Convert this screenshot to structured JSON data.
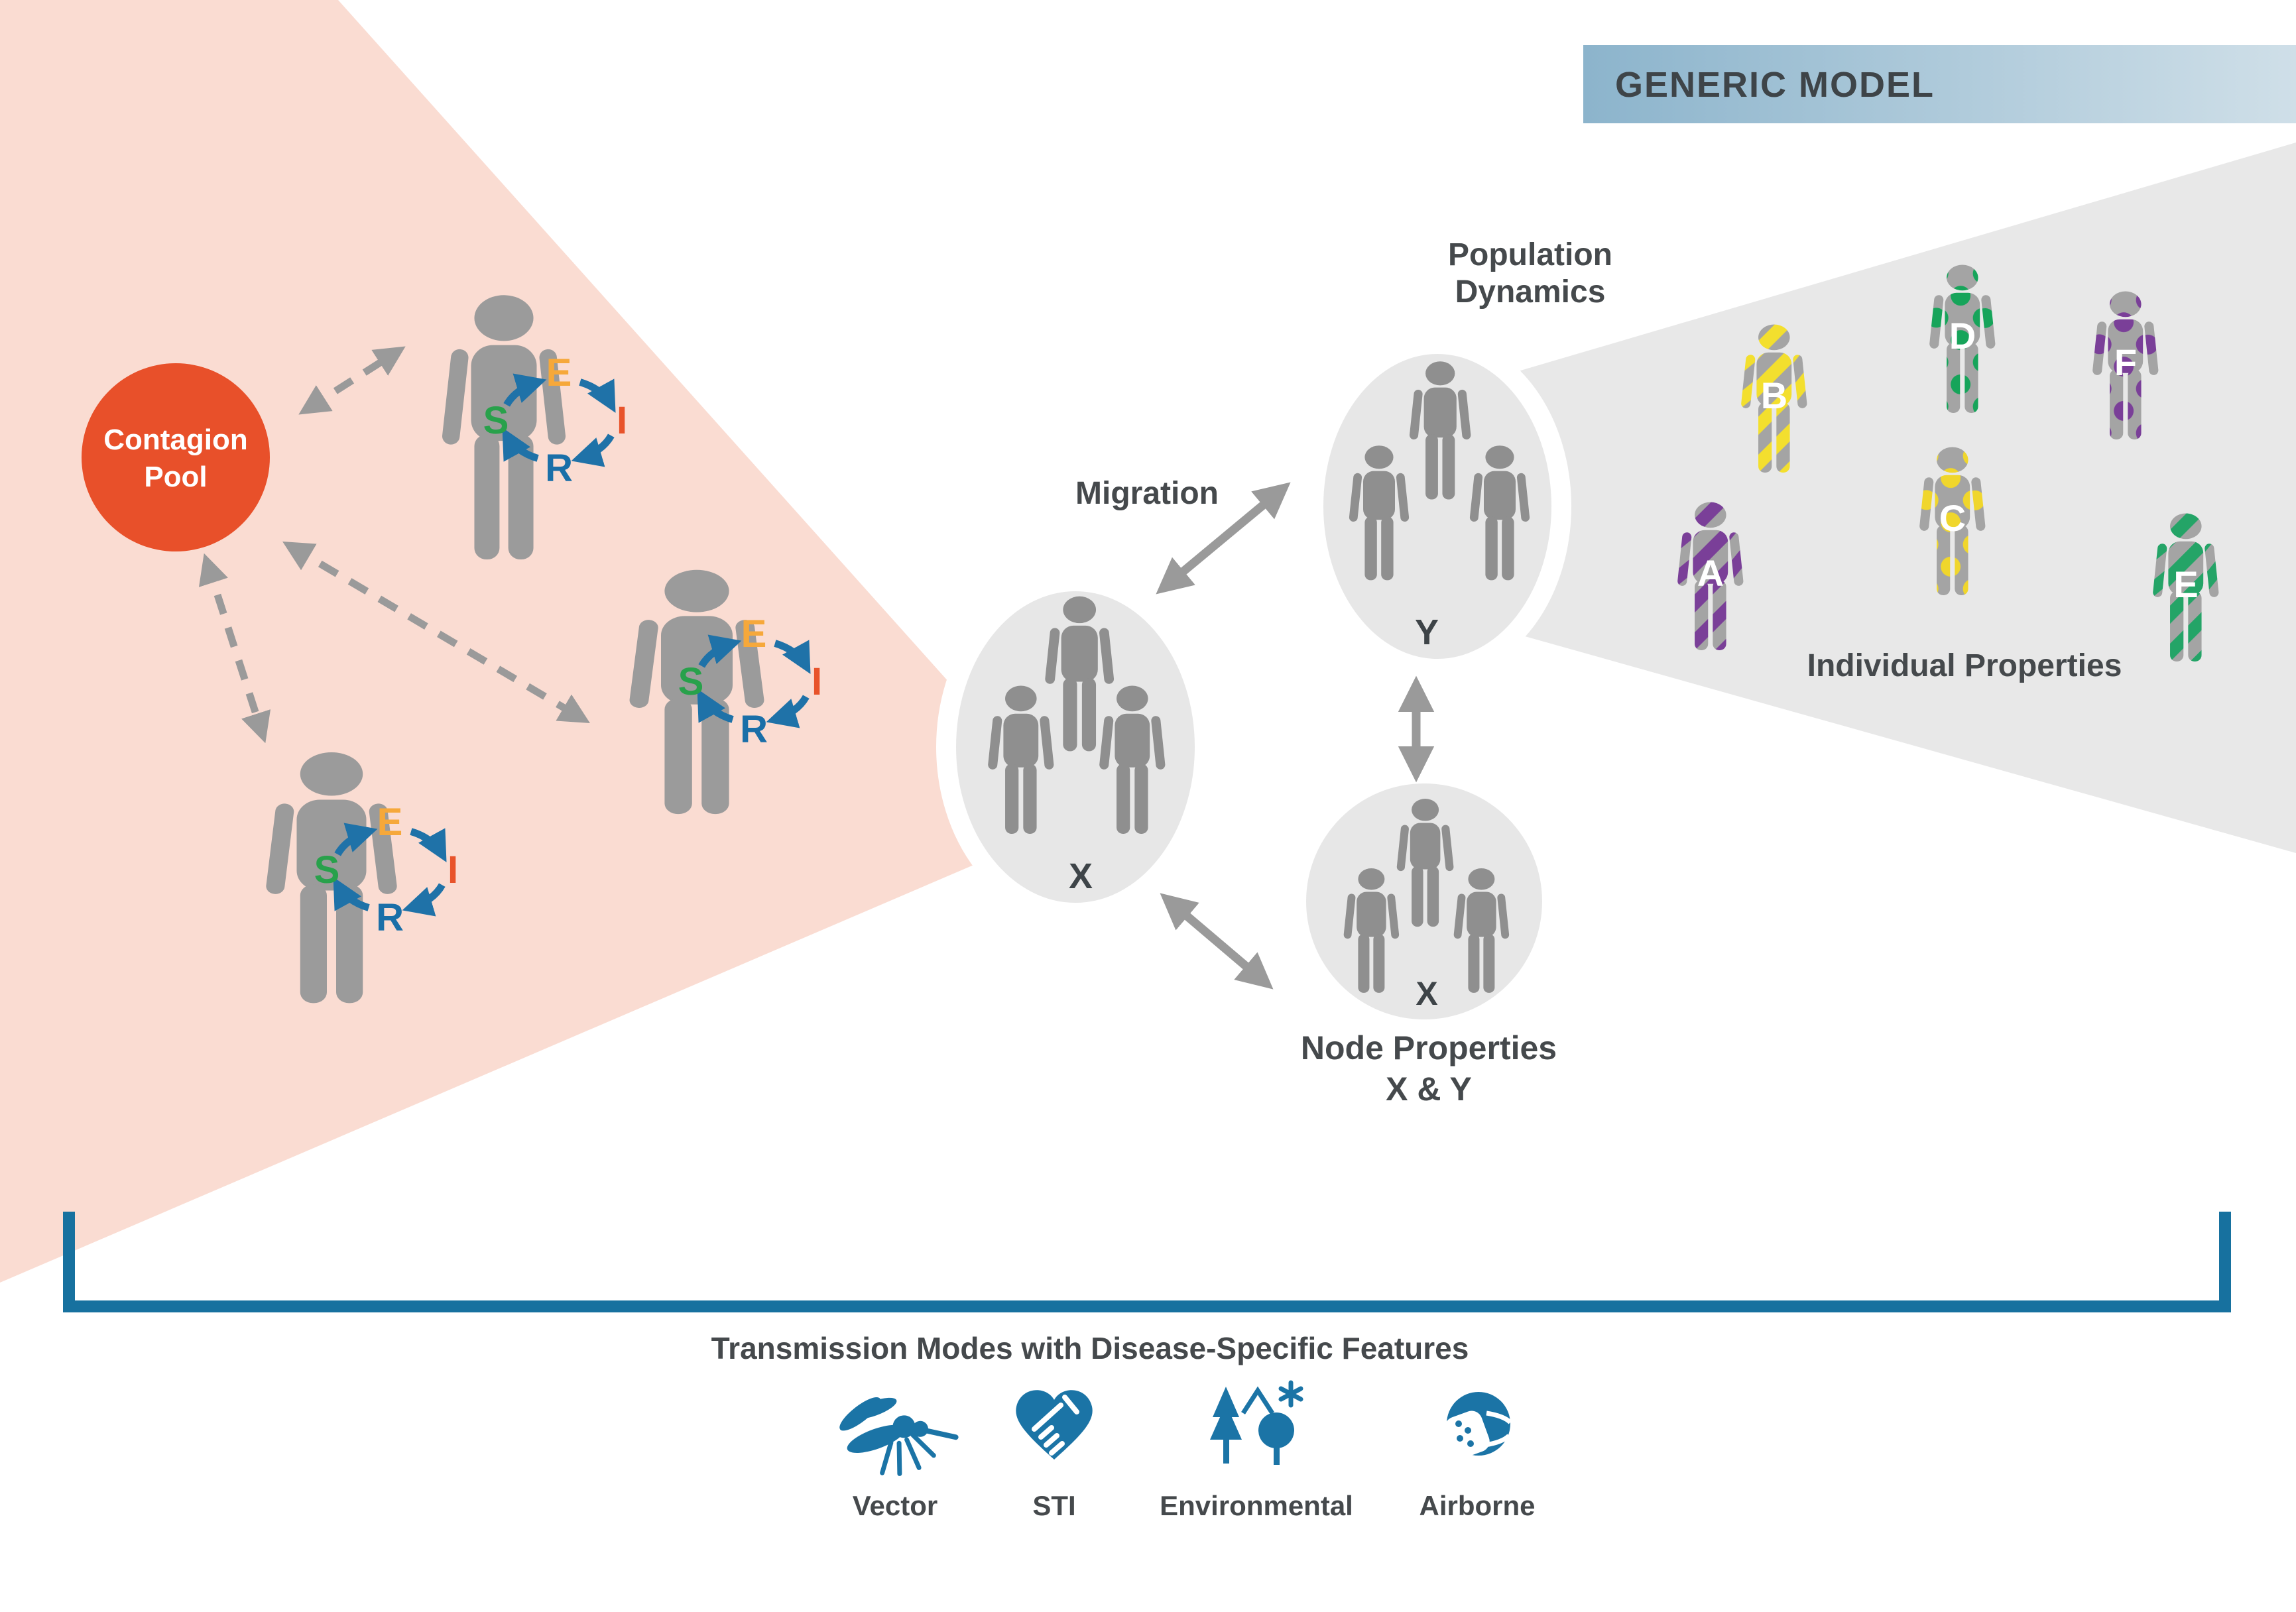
{
  "banner": {
    "title": "GENERIC MODEL"
  },
  "contagion_pool": {
    "line1": "Contagion",
    "line2": "Pool"
  },
  "seir": {
    "s": "S",
    "e": "E",
    "i": "I",
    "r": "R"
  },
  "labels": {
    "migration": "Migration",
    "population_dynamics_line1": "Population",
    "population_dynamics_line2": "Dynamics",
    "individual_properties": "Individual Properties",
    "node_properties_line1": "Node Properties",
    "node_properties_line2": "X & Y"
  },
  "nodes": {
    "x": "X",
    "y": "Y",
    "x2": "X"
  },
  "individuals": [
    {
      "letter": "A",
      "pattern": "stripes",
      "color": "#7a3f98"
    },
    {
      "letter": "B",
      "pattern": "stripes",
      "color": "#f3df2e"
    },
    {
      "letter": "C",
      "pattern": "dots",
      "color": "#f0d62c"
    },
    {
      "letter": "D",
      "pattern": "dots",
      "color": "#16a45a"
    },
    {
      "letter": "E",
      "pattern": "stripes",
      "color": "#24a467"
    },
    {
      "letter": "F",
      "pattern": "dots",
      "color": "#7a3f98"
    }
  ],
  "transmission": {
    "title": "Transmission Modes with Disease-Specific Features",
    "modes": [
      {
        "label": "Vector",
        "icon": "mosquito-icon"
      },
      {
        "label": "STI",
        "icon": "handshake-heart-icon"
      },
      {
        "label": "Environmental",
        "icon": "trees-icon"
      },
      {
        "label": "Airborne",
        "icon": "mask-face-icon"
      }
    ]
  },
  "colors": {
    "pink_wedge": "#fadcd2",
    "gray_wedge": "#e8e8e8",
    "node_fill": "#e7e7e7",
    "contagion_orange": "#e8502a",
    "person_gray": "#9b9b9b",
    "node_person_gray": "#8f8f8f",
    "blue": "#1b6fa0",
    "seir_s_green": "#28a14b",
    "seir_e_amber": "#f6a83a",
    "seir_i_orange": "#e8532a",
    "seir_r_blue": "#1a6fa8",
    "arrow_gray": "#9a9a9a",
    "text_dark": "#45494c",
    "banner_left": "#8cb4cc",
    "banner_right": "#cfdfe8"
  }
}
